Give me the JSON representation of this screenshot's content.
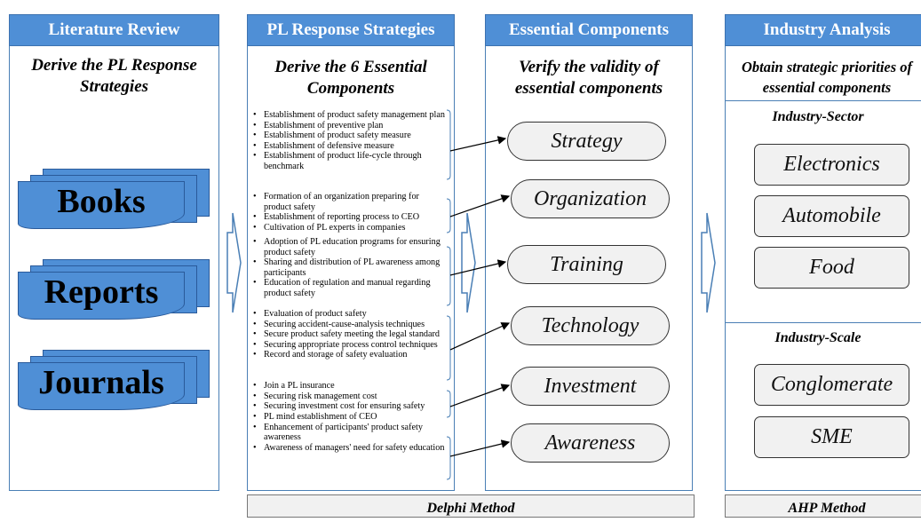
{
  "literature_review": {
    "header": "Literature Review",
    "subtitle": "Derive the PL Response Strategies",
    "sources": [
      "Books",
      "Reports",
      "Journals"
    ]
  },
  "pl_response": {
    "header": "PL Response Strategies",
    "subtitle": "Derive the 6 Essential Components",
    "groups": [
      {
        "component": "Strategy",
        "items": [
          "Establishment of product safety management plan",
          "Establishment of preventive plan",
          "Establishment of product safety measure",
          "Establishment of defensive measure",
          "Establishment of product life-cycle through benchmark"
        ]
      },
      {
        "component": "Organization",
        "items": [
          "Formation of an organization preparing for product safety",
          "Establishment of reporting process to CEO",
          "Cultivation of PL experts in companies"
        ]
      },
      {
        "component": "Training",
        "items": [
          "Adoption of PL education programs for ensuring product safety",
          "Sharing and distribution of PL awareness among participants",
          "Education of regulation and manual regarding product safety"
        ]
      },
      {
        "component": "Technology",
        "items": [
          "Evaluation of product safety",
          "Securing accident-cause-analysis techniques",
          "Secure product safety meeting the legal standard",
          "Securing appropriate process control techniques",
          "Record and storage of safety evaluation"
        ]
      },
      {
        "component": "Investment",
        "items": [
          "Join a PL insurance",
          "Securing risk management cost",
          "Securing investment cost for ensuring safety"
        ]
      },
      {
        "component": "Awareness",
        "items": [
          "PL mind establishment of CEO",
          "Enhancement of participants' product safety awareness",
          "Awareness of managers' need for safety education"
        ]
      }
    ]
  },
  "essential": {
    "header": "Essential Components",
    "subtitle": "Verify the validity of essential components",
    "components": [
      "Strategy",
      "Organization",
      "Training",
      "Technology",
      "Investment",
      "Awareness"
    ]
  },
  "industry": {
    "header": "Industry Analysis",
    "subtitle": "Obtain strategic priorities of essential components",
    "sector_title": "Industry-Sector",
    "sectors": [
      "Electronics",
      "Automobile",
      "Food"
    ],
    "scale_title": "Industry-Scale",
    "scales": [
      "Conglomerate",
      "SME"
    ]
  },
  "methods": {
    "delphi": "Delphi Method",
    "ahp": "AHP Method"
  },
  "colors": {
    "header_fill": "#4f8fd6",
    "border": "#4a7fb5"
  }
}
